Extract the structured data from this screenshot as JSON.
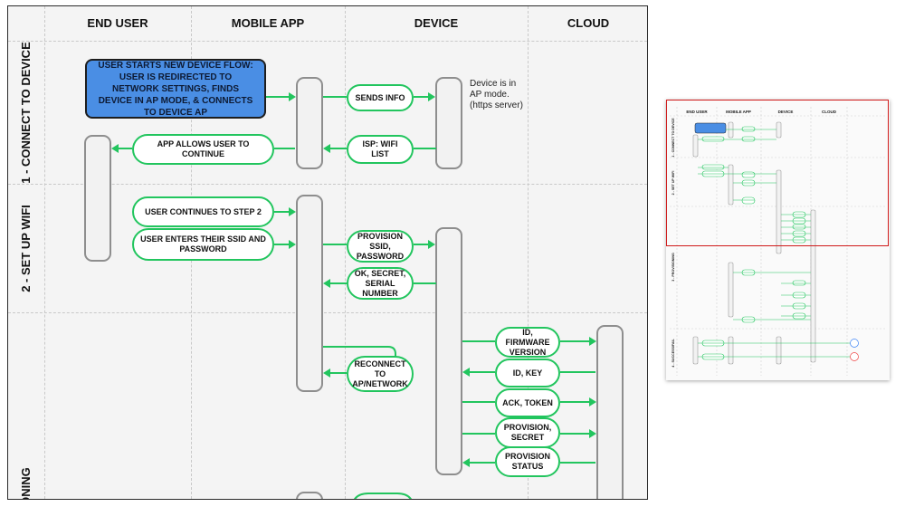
{
  "columns": [
    "END USER",
    "MOBILE APP",
    "DEVICE",
    "CLOUD"
  ],
  "rows": [
    "1 - CONNECT TO DEVICE",
    "2 - SET UP WIFI",
    "ONING"
  ],
  "start_box": "USER STARTS NEW DEVICE FLOW: USER IS REDIRECTED TO NETWORK SETTINGS, FINDS DEVICE IN AP MODE, & CONNECTS TO DEVICE AP",
  "device_note": "Device is in\nAP mode.\n(https server)",
  "steps": {
    "sends_info": "SENDS INFO",
    "isp_wifi_list": "ISP: WIFI LIST",
    "app_allows": "APP ALLOWS USER TO CONTINUE",
    "user_continues": "USER CONTINUES TO STEP 2",
    "enters_ssid": "USER ENTERS THEIR SSID AND\nPASSWORD",
    "provision_ssid": "PROVISION SSID,\nPASSWORD",
    "ok_secret": "OK, SECRET,\nSERIAL NUMBER",
    "reconnect": "RECONNECT TO\nAP/NETWORK",
    "id_firmware": "ID, FIRMWARE\nVERSION",
    "id_key": "ID, KEY",
    "ack_token": "ACK, TOKEN",
    "provision_secret": "PROVISION,\nSECRET",
    "provision_status": "PROVISION\nSTATUS"
  },
  "colors": {
    "flow": "#22c55e",
    "start_box": "#4a8ee4",
    "lane_border": "#8e8e8e",
    "highlight": "#d01a1a"
  },
  "thumbnail": {
    "columns": [
      "END USER",
      "MOBILE APP",
      "DEVICE",
      "CLOUD"
    ],
    "rows": [
      "1 - CONNECT TO DEVICE",
      "2 - SET UP WIFI",
      "3 - PROVISIONING",
      "4 - SUCCESS/FAIL"
    ]
  }
}
